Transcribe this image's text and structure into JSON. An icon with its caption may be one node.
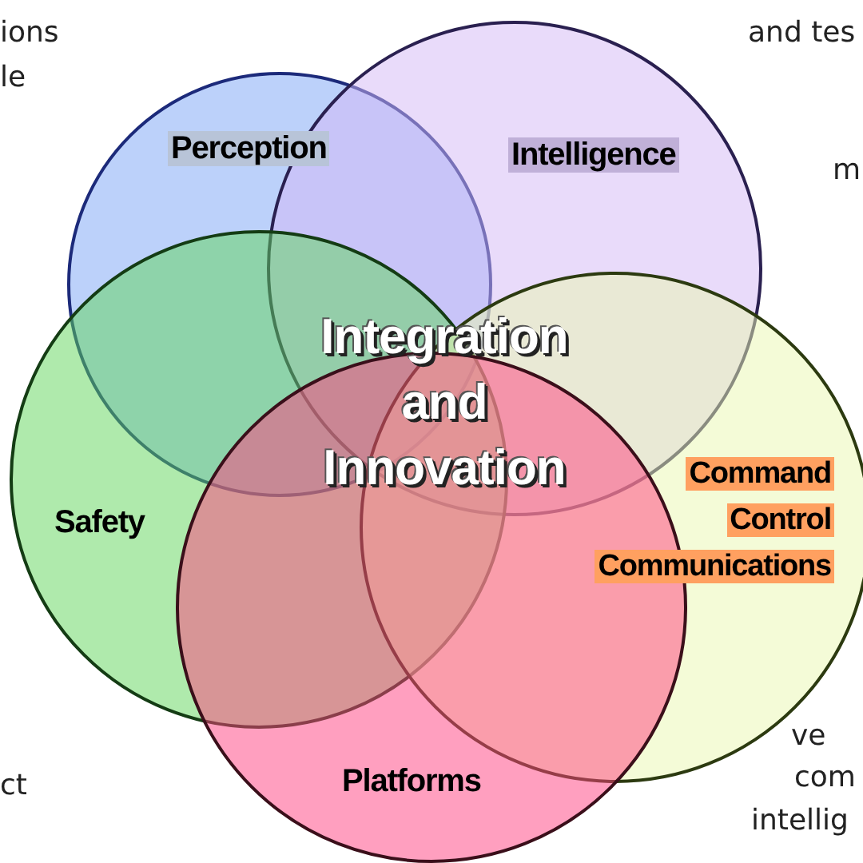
{
  "diagram": {
    "nodes": [
      {
        "text": [
          "Perception"
        ]
      },
      {
        "text": [
          "Intelligence"
        ]
      },
      {
        "text": [
          "Safety"
        ]
      },
      {
        "text": [
          "Command Control Communications"
        ]
      },
      {
        "text": [
          "Platforms"
        ]
      }
    ],
    "labels": [
      "ions",
      "le",
      "and tes",
      "m",
      "Integration and Innovation",
      "ct",
      "ve",
      "com",
      "intellig"
    ]
  }
}
